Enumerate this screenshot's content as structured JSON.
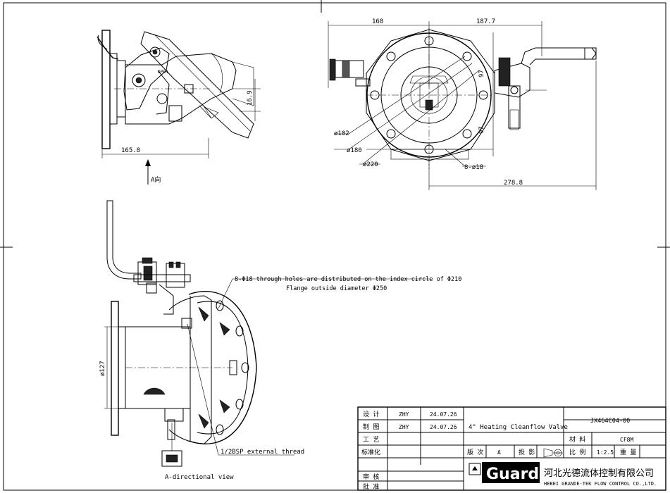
{
  "dimensions": {
    "d_168": "168",
    "d_187_7": "187.7",
    "d_97_top": "97",
    "d_97_bottom": "97",
    "d_phi102": "ø102",
    "d_phi180": "ø180",
    "d_phi220": "ø220",
    "d_8phi18": "8-ø18",
    "d_278_8": "278.8",
    "d_165_8": "165.8",
    "d_16_9": "16.9",
    "d_phi127": "ø127"
  },
  "labels": {
    "a_direction": "A向",
    "oper": "OPEN",
    "holes_note": "8-Φ18 through holes are distributed on the index circle of Φ210",
    "flange_note": "Flange outside diameter Φ250",
    "thread_note": "1/2BSP external thread",
    "a_view": "A-directional view"
  },
  "title_block": {
    "design_label": "设 计",
    "design_name": "ZHY",
    "design_date": "24.07.26",
    "draw_label": "制 图",
    "draw_name": "ZHY",
    "draw_date": "24.07.26",
    "process_label": "工 艺",
    "standard_label": "标准化",
    "check_label": "审 核",
    "approve_label": "批 准",
    "drawing_no": "JX464C04-00",
    "title": "4\" Heating Cleanflow Valve",
    "material_label": "材 料",
    "material": "CF8M",
    "version_label": "版 次",
    "version": "A",
    "projection_label": "投 影",
    "scale_label": "比 例",
    "scale": "1:2.5",
    "weight_label": "重 量",
    "brand": "Guard",
    "company_cn": "河北光德流体控制有限公司",
    "company_en": "HEBEI GRANDE-TEK FLOW CONTROL CO.,LTD."
  }
}
